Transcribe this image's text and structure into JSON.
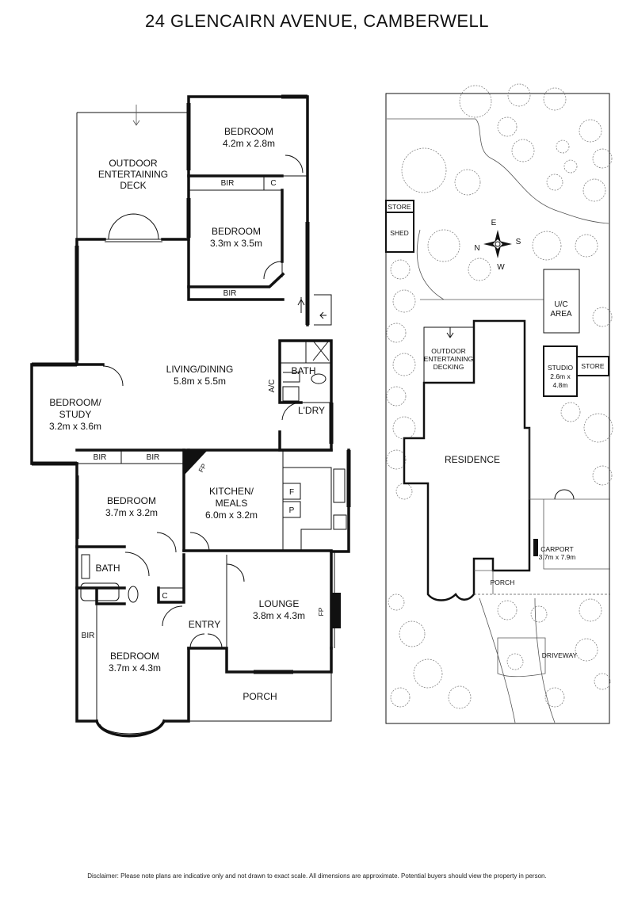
{
  "title": "24 GLENCAIRN AVENUE, CAMBERWELL",
  "disclaimer": "Disclaimer: Please note plans are indicative only and not drawn to exact scale. All dimensions are approximate. Potential buyers should view the property in person.",
  "floor_plan": {
    "rooms": {
      "outdoor_deck": [
        "OUTDOOR",
        "ENTERTAINING",
        "DECK"
      ],
      "bedroom_top": {
        "name": "BEDROOM",
        "size": "4.2m x 2.8m"
      },
      "bedroom_2": {
        "name": "BEDROOM",
        "size": "3.3m x 3.5m"
      },
      "living_dining": {
        "name": "LIVING/DINING",
        "size": "5.8m x 5.5m"
      },
      "bedroom_study": {
        "name": [
          "BEDROOM/",
          "STUDY"
        ],
        "size": "3.2m x 3.6m"
      },
      "bath_upper": "BATH",
      "laundry": "L'DRY",
      "ac": "A/C",
      "kitchen": {
        "name": [
          "KITCHEN/",
          "MEALS"
        ],
        "size": "6.0m x 3.2m"
      },
      "bedroom_3": {
        "name": "BEDROOM",
        "size": "3.7m x 3.2m"
      },
      "bath_lower": "BATH",
      "lounge": {
        "name": "LOUNGE",
        "size": "3.8m x 4.3m"
      },
      "entry": "ENTRY",
      "bedroom_front": {
        "name": "BEDROOM",
        "size": "3.7m x 4.3m"
      },
      "porch": "PORCH"
    },
    "fixtures": {
      "bir": "BIR",
      "cupboard": "C",
      "fireplace": "FP",
      "fridge": "F",
      "pantry": "P"
    }
  },
  "site_plan": {
    "store_top": "STORE",
    "shed": "SHED",
    "compass": {
      "n": "N",
      "e": "E",
      "s": "S",
      "w": "W"
    },
    "uc_area": [
      "U/C",
      "AREA"
    ],
    "outdoor_decking": [
      "OUTDOOR",
      "ENTERTAINING",
      "DECKING"
    ],
    "studio": {
      "name": "STUDIO",
      "size": [
        "2.6m x",
        "4.8m"
      ]
    },
    "store_side": "STORE",
    "residence": "RESIDENCE",
    "carport": {
      "name": "CARPORT",
      "size": "3.7m x 7.9m"
    },
    "porch": "PORCH",
    "driveway": "DRIVEWAY"
  }
}
